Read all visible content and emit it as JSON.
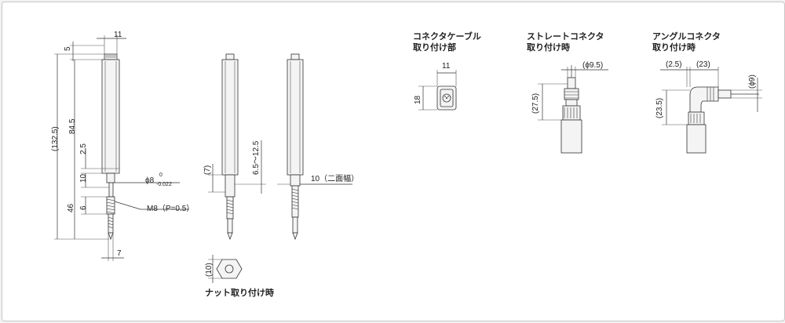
{
  "colors": {
    "line": "#333333",
    "frame_border": "#c8c8c8",
    "background": "#ffffff"
  },
  "dims": {
    "top_width": "11",
    "top_offset": "5",
    "total_length": "(132.5)",
    "body_length": "84.5",
    "dim_2_5": "2.5",
    "dim_10": "10",
    "dim_46": "46",
    "dim_6": "6",
    "bottom_width": "7",
    "diameter": "ϕ8",
    "tol_upper": "0",
    "tol_lower": "-0.022",
    "thread": "M8（P=0.5）",
    "nut_height": "(7)",
    "range": "6.5～12.5",
    "flats": "10（二面幅）",
    "nut_side": "(10)"
  },
  "labels": {
    "nut_mount": "ナット取り付け時"
  },
  "connectors": {
    "cable": {
      "title1": "コネクタケーブル",
      "title2": "取り付け部",
      "w": "11",
      "h": "18"
    },
    "straight": {
      "title1": "ストレートコネクタ",
      "title2": "取り付け時",
      "dia": "(ϕ9.5)",
      "h": "(27.5)"
    },
    "angle": {
      "title1": "アングルコネクタ",
      "title2": "取り付け時",
      "d1": "(2.5)",
      "d2": "(23)",
      "dia": "(ϕ9)",
      "h": "(23.5)"
    }
  }
}
